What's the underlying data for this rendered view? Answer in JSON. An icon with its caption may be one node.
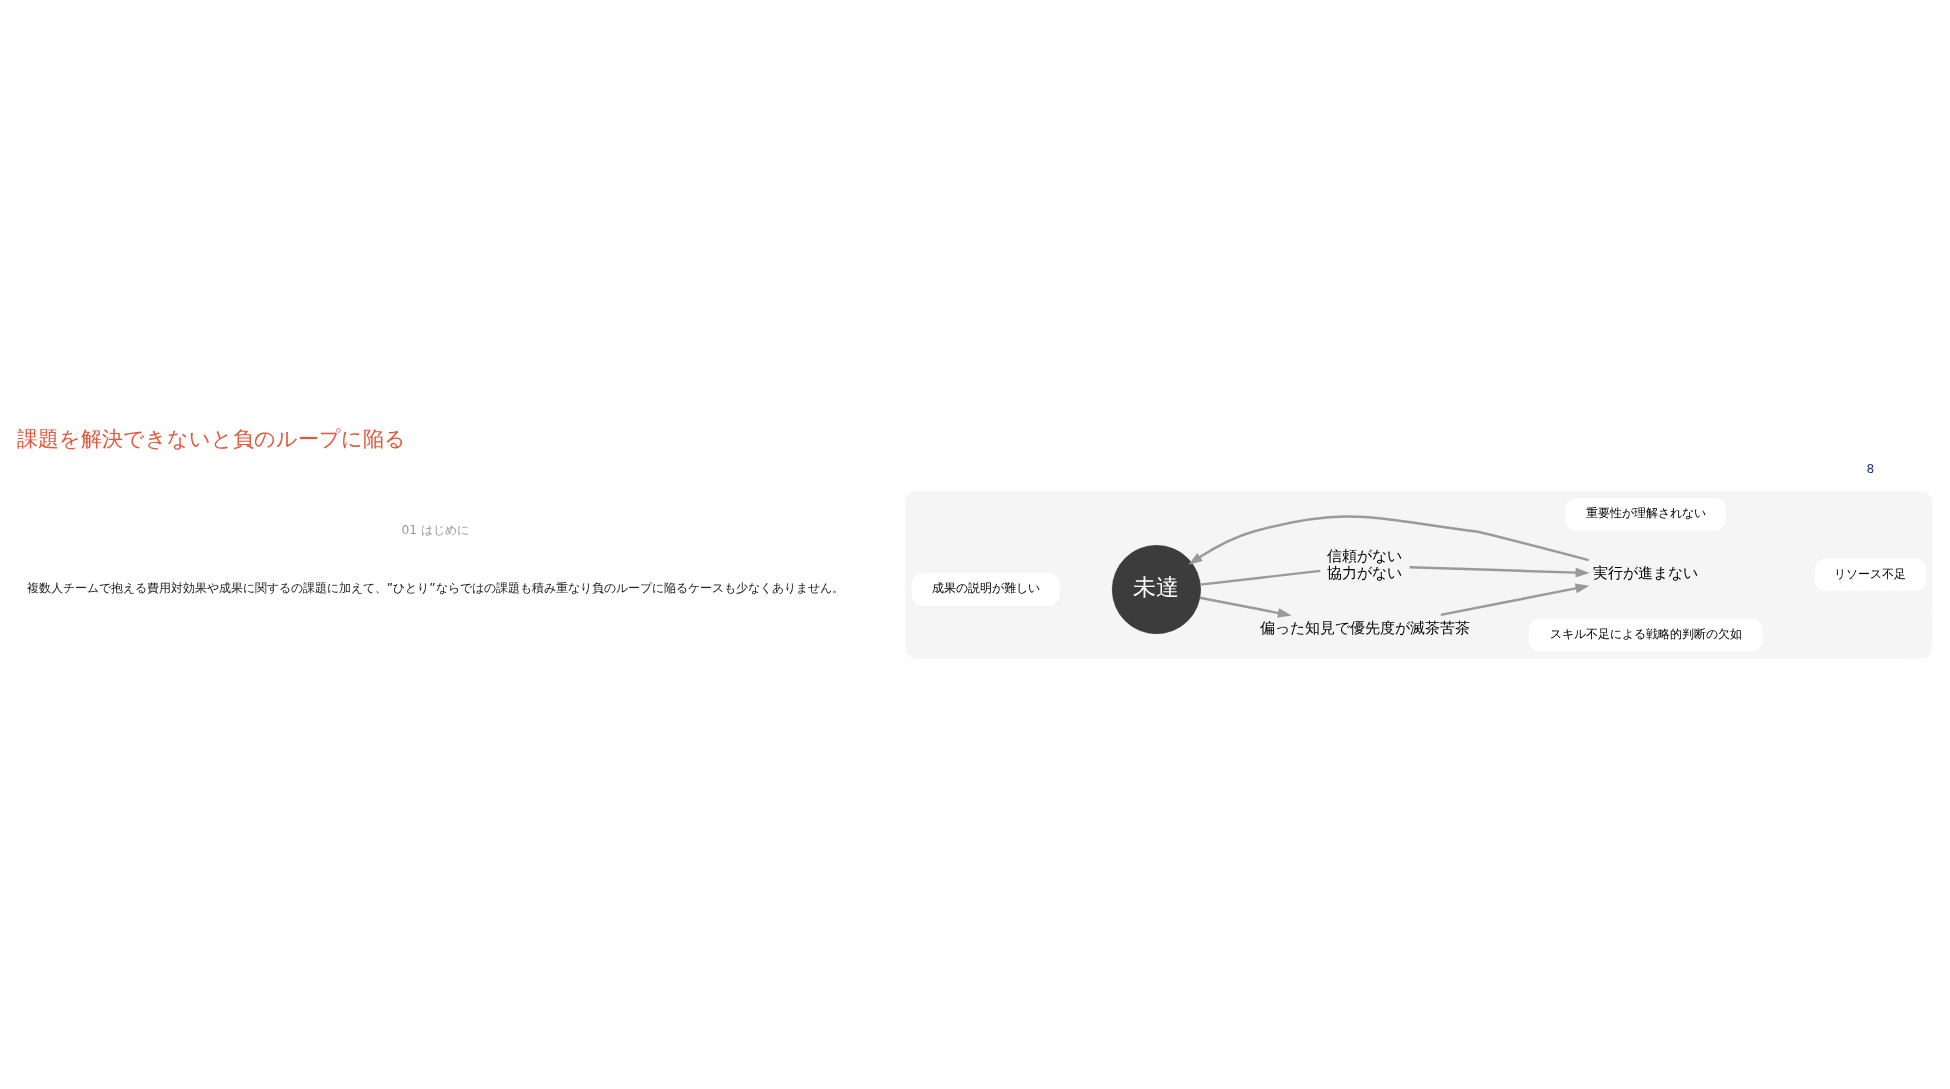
{
  "diagram": {
    "title": "課題を解決できないと負のループに陥る",
    "nodes": [
      {
        "text": [],
        "shape": "box"
      },
      {
        "text": [
          "偏った知見で優先度が滅茶苦茶"
        ],
        "in": 0
      },
      {
        "text": [
          "スキル不足による戦略的判断の欠如"
        ],
        "in": 0
      },
      {
        "text": [
          "成果の説明が難しい"
        ],
        "in": 0
      },
      {
        "text": [
          "未達"
        ],
        "in": 0
      },
      {
        "text": [
          "実行が進まない"
        ],
        "in": 0
      },
      {
        "text": [
          "リソース不足"
        ],
        "in": 0
      },
      {
        "text": [
          "信頼がない",
          "協力がない"
        ],
        "in": 0
      },
      {
        "text": [
          "重要性が理解されない"
        ],
        "in": 0
      }
    ],
    "edges": [
      {
        "from": 4,
        "to": 1,
        "arrow": "to"
      },
      {
        "from": 1,
        "to": 5,
        "arrow": "to"
      },
      {
        "from": 5,
        "to": 4,
        "arrow": "to"
      },
      {
        "from": 4,
        "to": 7,
        "arrow": "none"
      },
      {
        "from": 7,
        "to": 5,
        "arrow": "to"
      }
    ],
    "labels": [
      "01 はじめに",
      "複数人チームで抱える費用対効果や成果に関するの課題に加えて、”ひとり”ならではの課題も積み重なり負のループに陥るケースも少なくありません。",
      "8"
    ]
  }
}
